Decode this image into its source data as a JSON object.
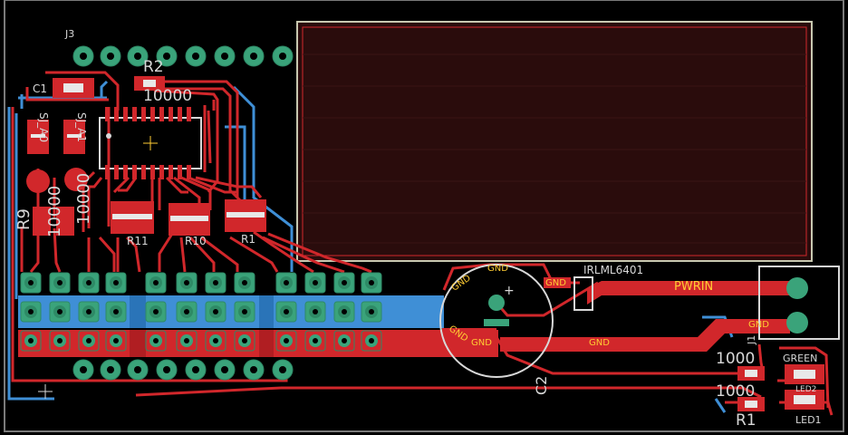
{
  "colors": {
    "background": "#000000",
    "board_outline": "#7a7a7a",
    "top_copper": "#d1272b",
    "bottom_copper": "#3f8fd6",
    "pad": "#3aa37a",
    "silkscreen": "#d8d8d8",
    "names": "#ffcc33"
  },
  "labels": {
    "j3": "J3",
    "r2": "R2",
    "r2_value": "10000",
    "c1": "C1",
    "sj_a0": "SJ_A0",
    "sj_a1": "SJ_A1",
    "r9": "R9",
    "val_10000a": "10000",
    "val_10000b": "10000",
    "r11": "R11",
    "r10": "R10",
    "r12": "R1",
    "c2": "C2",
    "gnd": "GND",
    "irlml": "IRLML6401",
    "pwrin": "PWRIN",
    "j1": "J1",
    "r_val_1000a": "1000",
    "r_val_1000b": "1000",
    "r1": "R1",
    "green": "GREEN",
    "led2": "LED2",
    "led1": "LED1",
    "plus": "+"
  }
}
